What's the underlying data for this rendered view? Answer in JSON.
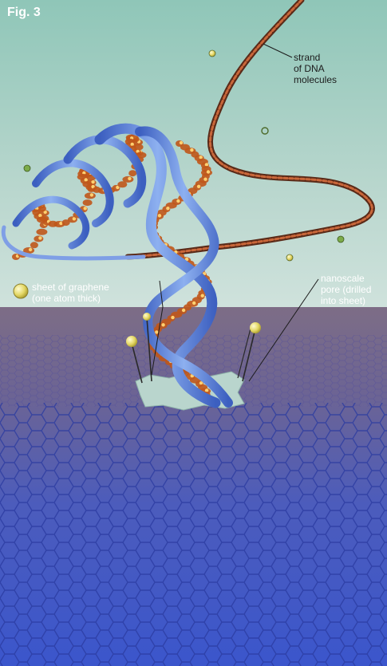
{
  "figure_label": "Fig. 3",
  "callouts": {
    "strand": [
      "strand",
      "of DNA",
      "molecules"
    ],
    "graphene": [
      "sheet of graphene",
      "(one atom thick)"
    ],
    "pore": [
      "nanoscale",
      "pore (drilled",
      "into sheet)"
    ]
  },
  "colors": {
    "background_top": "#94c7ba",
    "background_bottom": "#c8ddd8",
    "sheet_far": "#7a6a86",
    "sheet_near": "#3e57c8",
    "hex_line": "#2a3fa8",
    "backbone": "#6d8fe0",
    "base_pairs": "#c0561a",
    "base_highlight": "#ffd070",
    "molecule": "#e8e27a"
  }
}
